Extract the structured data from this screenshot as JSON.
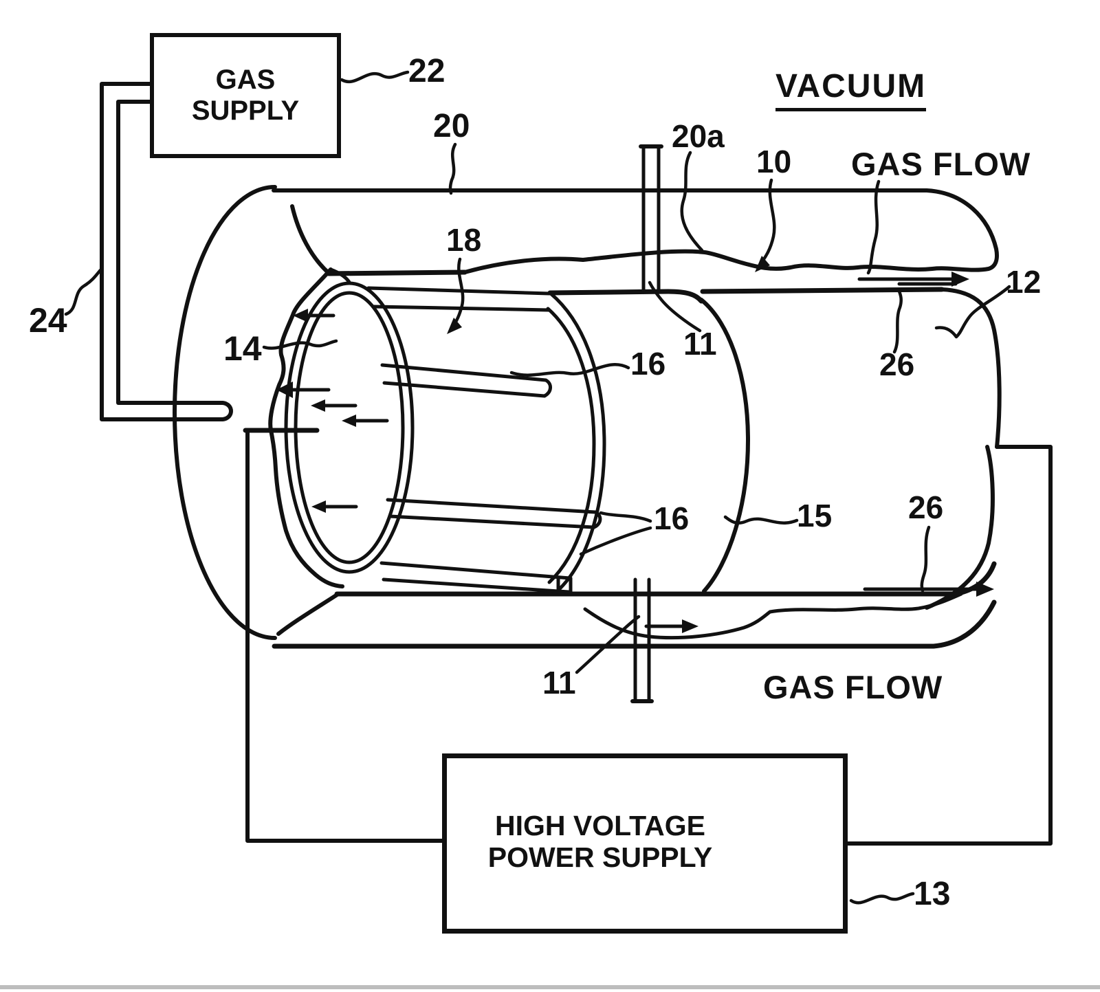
{
  "figure": {
    "colors": {
      "ink": "#111111",
      "background": "#ffffff"
    },
    "boxes": {
      "gas_supply_line1": "GAS",
      "gas_supply_line2": "SUPPLY",
      "hv_line1": "HIGH VOLTAGE",
      "hv_line2": "POWER SUPPLY"
    },
    "texts": {
      "vacuum": "VACUUM",
      "gas_flow_top": "GAS FLOW",
      "gas_flow_bottom": "GAS FLOW"
    },
    "refs": {
      "r22": "22",
      "r20": "20",
      "r20a": "20a",
      "r10": "10",
      "r12": "12",
      "r24": "24",
      "r14": "14",
      "r18": "18",
      "r16_top": "16",
      "r11_top": "11",
      "r26_top": "26",
      "r15": "15",
      "r16_bottom": "16",
      "r26_bottom": "26",
      "r11_bottom": "11",
      "r13": "13"
    }
  }
}
